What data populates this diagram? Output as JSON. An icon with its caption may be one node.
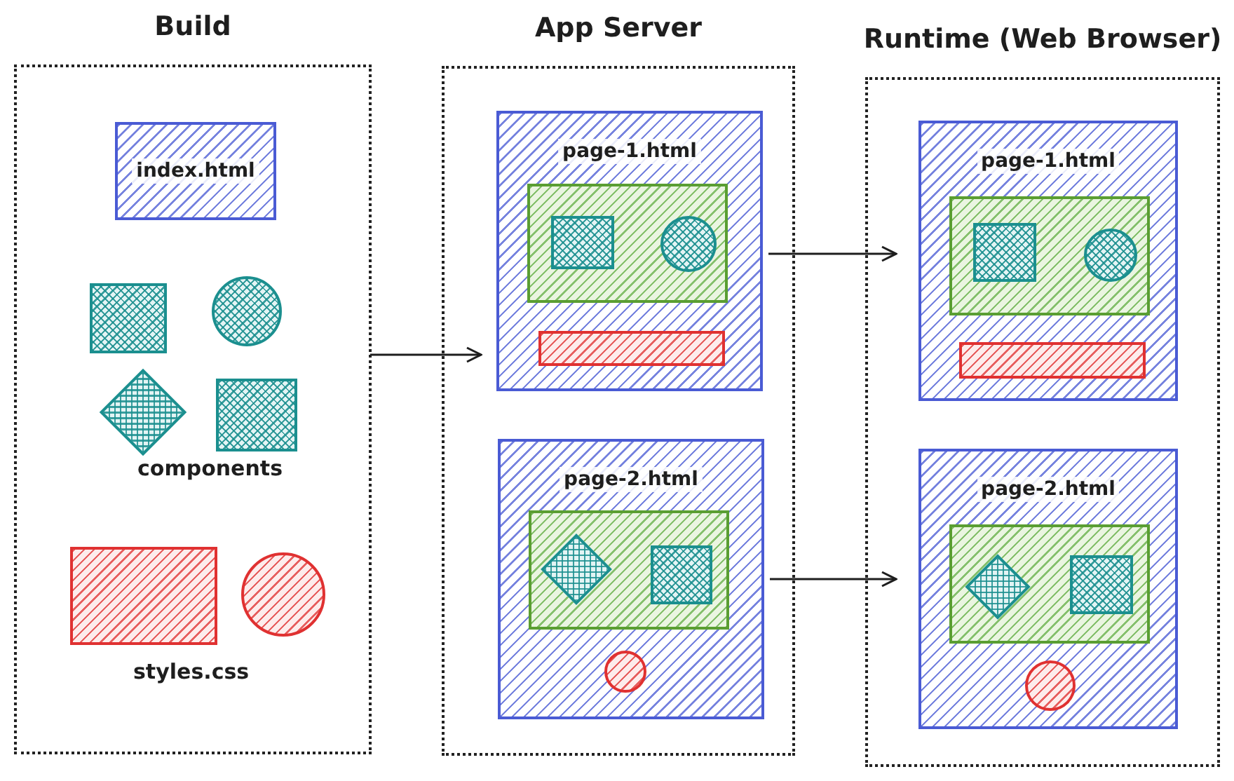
{
  "diagram": {
    "nodes": [
      {
        "text": [
          "Build"
        ]
      },
      {
        "text": [
          "index.html"
        ],
        "in": 0
      },
      {
        "text": [],
        "shape": "box",
        "in": 0
      },
      {
        "text": [],
        "shape": "circle",
        "in": 0
      },
      {
        "text": [],
        "shape": "diamond",
        "in": 0
      },
      {
        "text": [],
        "shape": "box",
        "in": 0
      },
      {
        "text": [],
        "shape": "box",
        "in": 0
      },
      {
        "text": [],
        "shape": "circle",
        "in": 0
      },
      {
        "text": [
          "App Server"
        ]
      },
      {
        "text": [
          "page-1.html"
        ],
        "in": 8
      },
      {
        "text": [],
        "shape": "box",
        "in": 9
      },
      {
        "text": [],
        "shape": "box",
        "in": 10
      },
      {
        "text": [],
        "shape": "circle",
        "in": 10
      },
      {
        "text": [],
        "shape": "bar",
        "in": 9
      },
      {
        "text": [
          "page-2.html"
        ],
        "in": 8
      },
      {
        "text": [],
        "shape": "box",
        "in": 14
      },
      {
        "text": [],
        "shape": "diamond",
        "in": 15
      },
      {
        "text": [],
        "shape": "box",
        "in": 15
      },
      {
        "text": [],
        "shape": "circle",
        "in": 14
      },
      {
        "text": [
          "Runtime (Web Browser)"
        ]
      },
      {
        "text": [
          "page-1.html"
        ],
        "in": 19
      },
      {
        "text": [],
        "shape": "box",
        "in": 20
      },
      {
        "text": [],
        "shape": "box",
        "in": 21
      },
      {
        "text": [],
        "shape": "circle",
        "in": 21
      },
      {
        "text": [],
        "shape": "bar",
        "in": 20
      },
      {
        "text": [
          "page-2.html"
        ],
        "in": 19
      },
      {
        "text": [],
        "shape": "box",
        "in": 25
      },
      {
        "text": [],
        "shape": "diamond",
        "in": 26
      },
      {
        "text": [],
        "shape": "box",
        "in": 26
      },
      {
        "text": [],
        "shape": "circle",
        "in": 25
      }
    ],
    "edges": [
      {
        "from": 0,
        "to": 8,
        "arrow": "to"
      },
      {
        "from": 9,
        "to": 20,
        "arrow": "to"
      },
      {
        "from": 14,
        "to": 25,
        "arrow": "to"
      }
    ],
    "labels": [
      "components",
      "styles.css"
    ]
  }
}
